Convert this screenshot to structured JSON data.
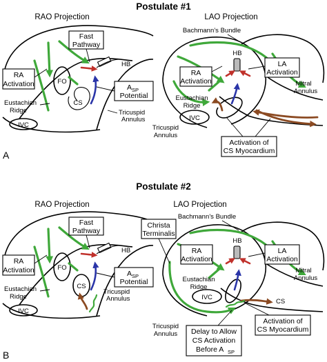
{
  "panelA": {
    "letter": "A",
    "title": "Postulate #1",
    "rao": {
      "projection": "RAO Projection",
      "fast_pathway_1": "Fast",
      "fast_pathway_2": "Pathway",
      "hb": "HB",
      "ra_1": "RA",
      "ra_2": "Activation",
      "fo": "FO",
      "cs": "CS",
      "asp_base": "A",
      "asp_sub": "SP",
      "potential": "Potential",
      "eustachian_1": "Eustachian",
      "eustachian_2": "Ridge",
      "tricuspid_1": "Tricuspid",
      "tricuspid_2": "Annulus",
      "ivc": "IVC"
    },
    "lao": {
      "projection": "LAO Projection",
      "bachmann": "Bachmann’s Bundle",
      "hb": "HB",
      "ra_1": "RA",
      "ra_2": "Activation",
      "la_1": "LA",
      "la_2": "Activation",
      "eustachian_1": "Eustachian",
      "eustachian_2": "Ridge",
      "mitral_1": "Mitral",
      "mitral_2": "Annulus",
      "ivc": "IVC",
      "tricuspid_1": "Tricuspid",
      "tricuspid_2": "Annulus",
      "cs_act_1": "Activation of",
      "cs_act_2": "CS Myocardium"
    }
  },
  "panelB": {
    "letter": "B",
    "title": "Postulate #2",
    "rao": {
      "projection": "RAO Projection",
      "fast_pathway_1": "Fast",
      "fast_pathway_2": "Pathway",
      "hb": "HB",
      "ra_1": "RA",
      "ra_2": "Activation",
      "fo": "FO",
      "cs": "CS",
      "asp_base": "A",
      "asp_sub": "SP",
      "potential": "Potential",
      "eustachian_1": "Eustachian",
      "eustachian_2": "Ridge",
      "tricuspid_1": "Tricuspid",
      "tricuspid_2": "Annulus",
      "ivc": "IVC"
    },
    "lao": {
      "projection": "LAO Projection",
      "bachmann": "Bachmann’s Bundle",
      "christa_1": "Christa",
      "christa_2": "Terminalis",
      "hb": "HB",
      "ra_1": "RA",
      "ra_2": "Activation",
      "la_1": "LA",
      "la_2": "Activation",
      "mitral_1": "Mitral",
      "mitral_2": "Annulus",
      "eustachian_1": "Eustachian",
      "eustachian_2": "Ridge",
      "ivc": "IVC",
      "cs": "CS",
      "tricuspid_1": "Tricuspid",
      "tricuspid_2": "Annulus",
      "cs_act_1": "Activation of",
      "cs_act_2": "CS Myocardium",
      "delay_1": "Delay to Allow",
      "delay_2": "CS Activation",
      "delay_3_base": "Before A",
      "delay_3_sub": "SP"
    }
  },
  "colors": {
    "activation_green": "#3fa83a",
    "fast_pathway_red": "#c0312b",
    "cs_myocardium_brown": "#8b4a22",
    "asp_blue": "#2a35a8"
  }
}
